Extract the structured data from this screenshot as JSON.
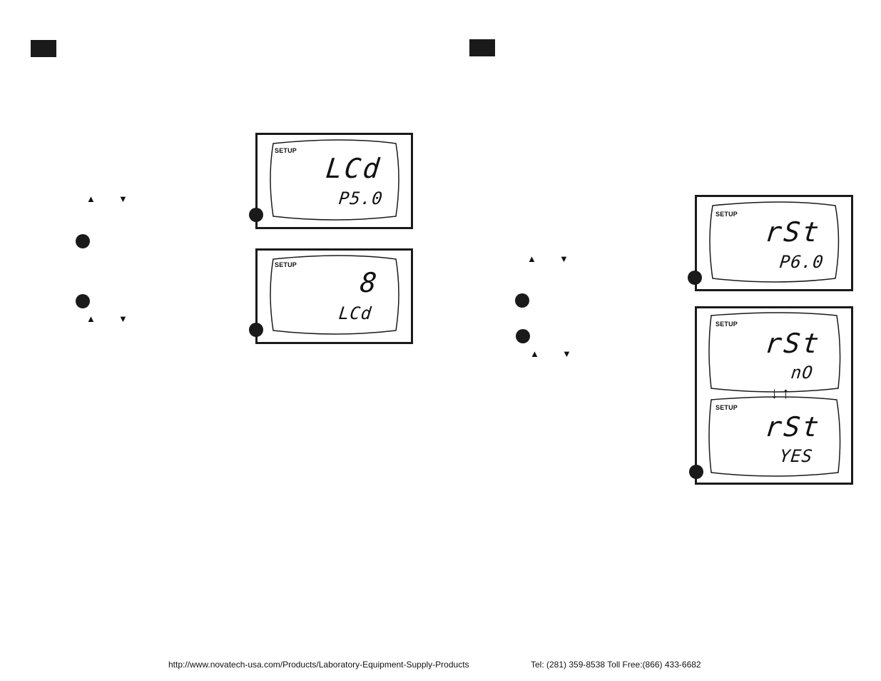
{
  "left": {
    "arrows_row1": [
      "▲",
      "▼"
    ],
    "arrows_row2": [
      "▲",
      "▼"
    ],
    "display1": {
      "tag": "SETUP",
      "main": "LCd",
      "sub": "P5.0"
    },
    "display2": {
      "tag": "SETUP",
      "main": "8",
      "sub": "LCd"
    }
  },
  "right": {
    "arrows_row1": [
      "▲",
      "▼"
    ],
    "arrows_row2": [
      "▲",
      "▼"
    ],
    "display1": {
      "tag": "SETUP",
      "main": "rSt",
      "sub": "P6.0"
    },
    "display2a": {
      "tag": "SETUP",
      "main": "rSt",
      "sub": "nO"
    },
    "display2b": {
      "tag": "SETUP",
      "main": "rSt",
      "sub": "YES"
    },
    "toggle_arrows": [
      "↓",
      "↑"
    ]
  },
  "footer": {
    "url": "http://www.novatech-usa.com/Products/Laboratory-Equipment-Supply-Products",
    "phone": "Tel: (281) 359-8538  Toll Free:(866) 433-6682"
  },
  "colors": {
    "ink": "#1a1a1a",
    "background": "#ffffff"
  }
}
